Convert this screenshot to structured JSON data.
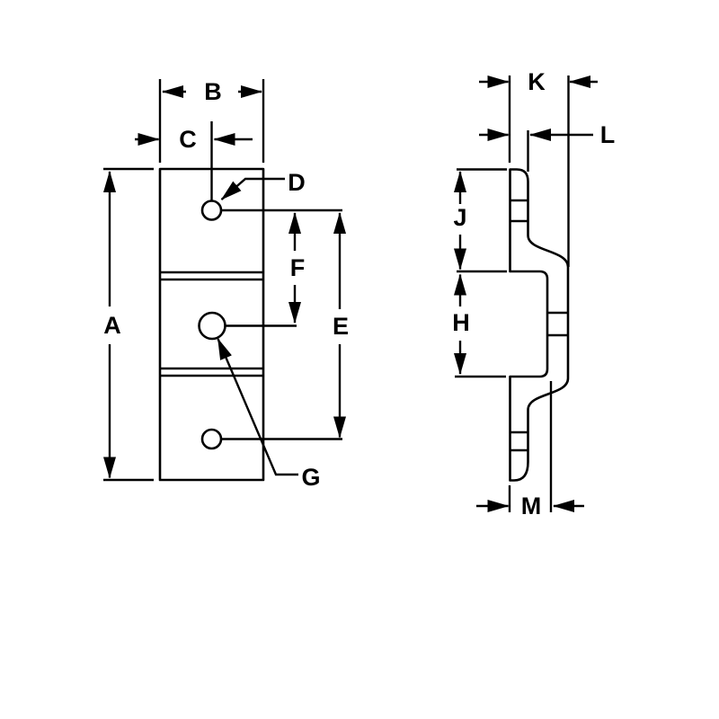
{
  "colors": {
    "ink": "#000000",
    "paper": "#ffffff"
  },
  "views": {
    "front": {
      "labels": {
        "a": "A",
        "b": "B",
        "c": "C",
        "d": "D",
        "e": "E",
        "f": "F",
        "g": "G"
      }
    },
    "side": {
      "labels": {
        "j": "J",
        "k": "K",
        "l": "L",
        "h": "H",
        "m": "M"
      }
    }
  }
}
